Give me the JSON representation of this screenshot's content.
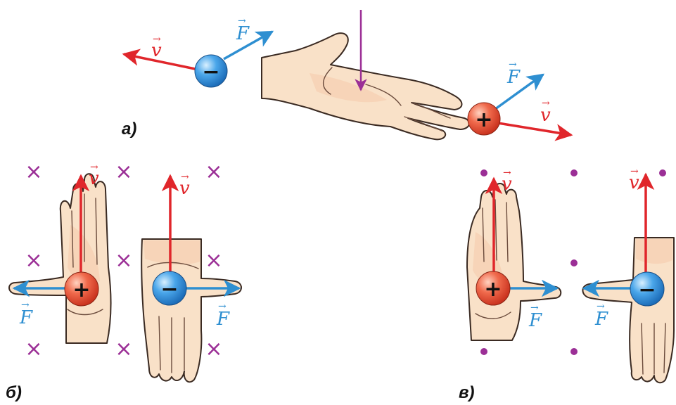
{
  "labels": {
    "velocity": "v",
    "force": "F",
    "vector_mark": "→",
    "plus": "+",
    "minus": "−"
  },
  "panels": {
    "a": "а)",
    "b": "б)",
    "v": "в)"
  },
  "colors": {
    "velocity": "#e0262b",
    "force": "#2e8fd1",
    "field": "#9b2f96",
    "positive_charge": "#ea4a32",
    "negative_charge": "#2f8fde",
    "skin": "#f9e1c8"
  },
  "field_marks": {
    "into_page": "×",
    "out_of_page": "•"
  }
}
